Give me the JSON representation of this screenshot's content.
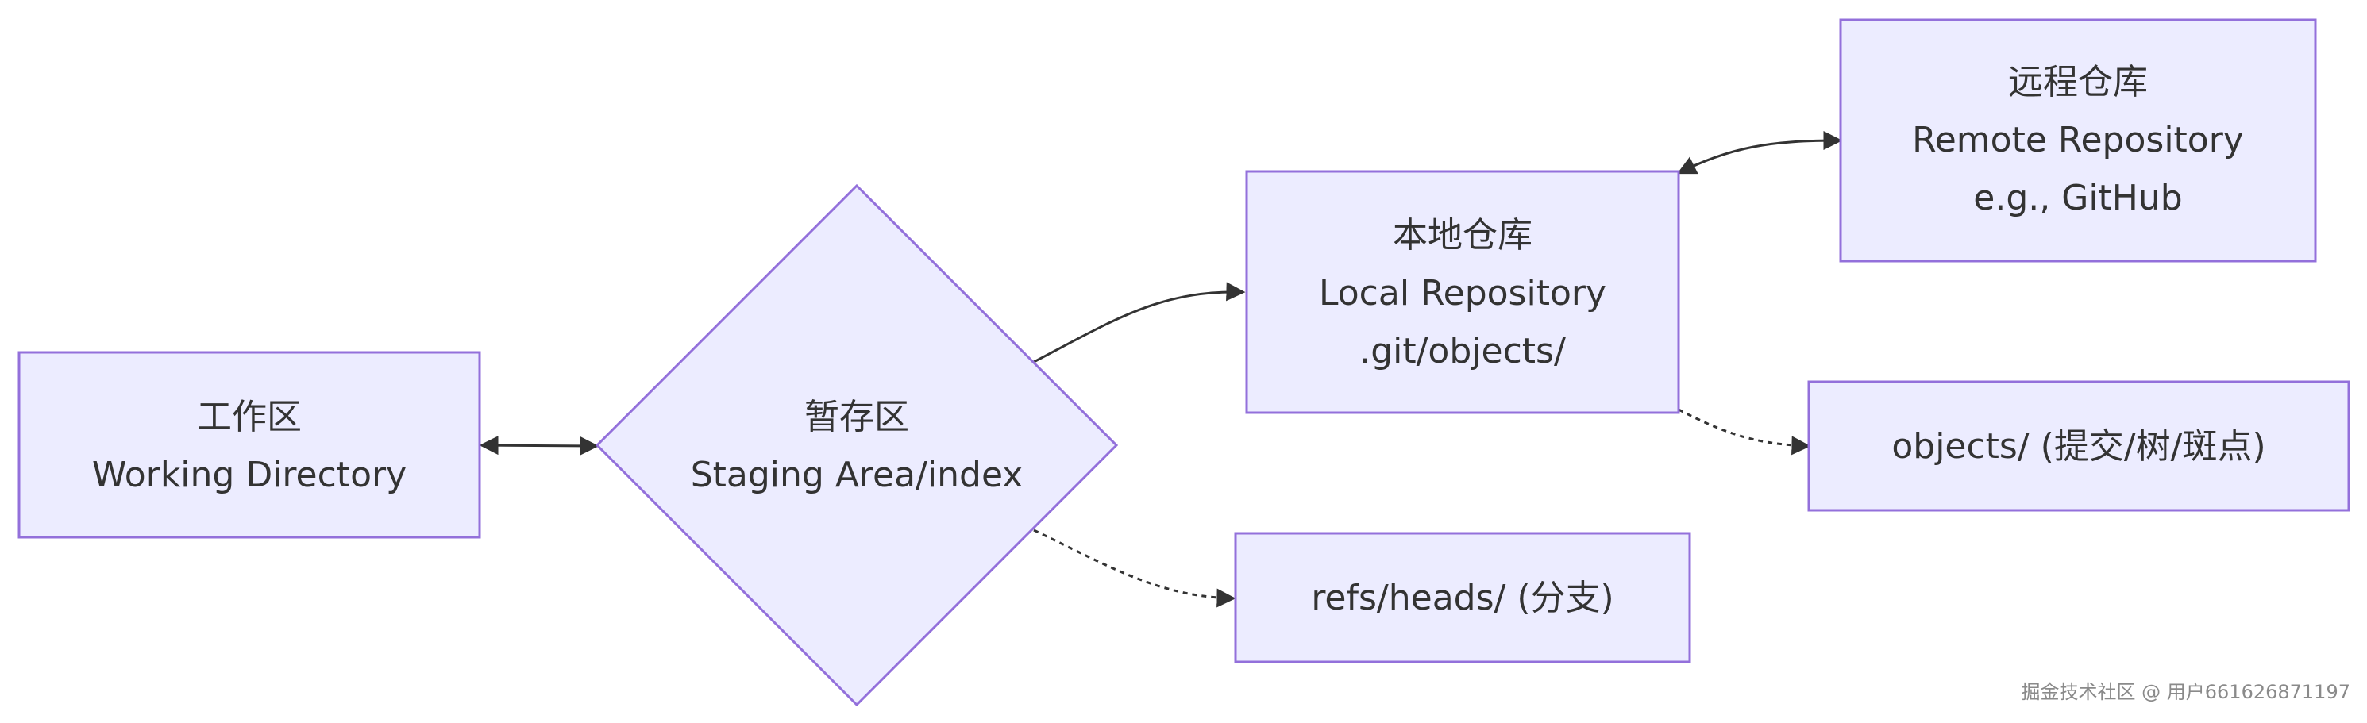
{
  "nodes": {
    "working": {
      "line1": "工作区",
      "line2": "Working Directory"
    },
    "staging": {
      "line1": "暂存区",
      "line2": "Staging Area/index"
    },
    "local": {
      "line1": "本地仓库",
      "line2": "Local Repository",
      "line3": ".git/objects/"
    },
    "remote": {
      "line1": "远程仓库",
      "line2": "Remote Repository",
      "line3": "e.g., GitHub"
    },
    "objects": {
      "label": "objects/ (提交/树/斑点)"
    },
    "refs": {
      "label": "refs/heads/ (分支)"
    }
  },
  "watermark": "掘金技术社区 @ 用户661626871197",
  "colors": {
    "node_fill": "#ECECFF",
    "node_stroke": "#9370DB",
    "edge": "#333333",
    "text": "#333333"
  }
}
